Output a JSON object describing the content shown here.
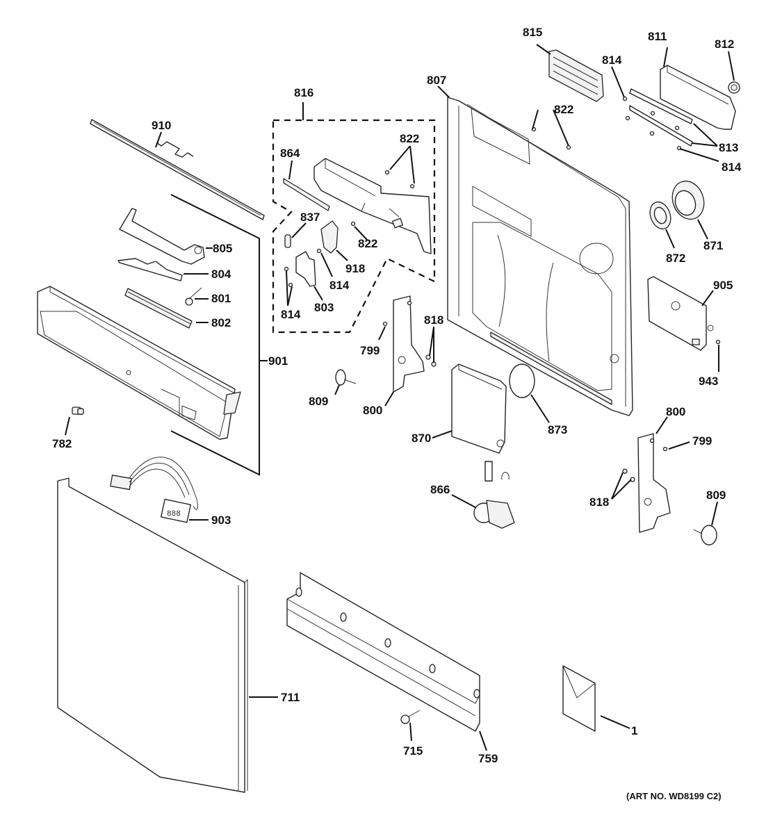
{
  "diagram": {
    "title": "Dishwasher door parts exploded view",
    "art_number": "(ART NO. WD8199 C2)",
    "callouts": [
      {
        "id": "c910",
        "label": "910",
        "part": "top-trim-strip"
      },
      {
        "id": "c816",
        "label": "816",
        "part": "latch-assembly-group"
      },
      {
        "id": "c864",
        "label": "864",
        "part": "latch-rack"
      },
      {
        "id": "c822a",
        "label": "822",
        "part": "screw"
      },
      {
        "id": "c822b",
        "label": "822",
        "part": "screw"
      },
      {
        "id": "c822c",
        "label": "822",
        "part": "screw"
      },
      {
        "id": "c837",
        "label": "837",
        "part": "spring"
      },
      {
        "id": "c918",
        "label": "918",
        "part": "switch"
      },
      {
        "id": "c814a",
        "label": "814",
        "part": "screw"
      },
      {
        "id": "c814b",
        "label": "814",
        "part": "screws"
      },
      {
        "id": "c814c",
        "label": "814",
        "part": "screw"
      },
      {
        "id": "c814d",
        "label": "814",
        "part": "screw"
      },
      {
        "id": "c803",
        "label": "803",
        "part": "latch-bracket"
      },
      {
        "id": "c805",
        "label": "805",
        "part": "handle-arm"
      },
      {
        "id": "c804",
        "label": "804",
        "part": "handle-link"
      },
      {
        "id": "c801",
        "label": "801",
        "part": "handle-spring"
      },
      {
        "id": "c802",
        "label": "802",
        "part": "handle"
      },
      {
        "id": "c901",
        "label": "901",
        "part": "control-panel-assembly"
      },
      {
        "id": "c782",
        "label": "782",
        "part": "connector"
      },
      {
        "id": "c903",
        "label": "903",
        "part": "display-harness"
      },
      {
        "id": "c711",
        "label": "711",
        "part": "outer-door-panel"
      },
      {
        "id": "c715",
        "label": "715",
        "part": "screw"
      },
      {
        "id": "c759",
        "label": "759",
        "part": "door-trim-bottom"
      },
      {
        "id": "c1",
        "label": "1",
        "part": "literature-envelope"
      },
      {
        "id": "c807",
        "label": "807",
        "part": "inner-door-liner"
      },
      {
        "id": "c815",
        "label": "815",
        "part": "vent-grille"
      },
      {
        "id": "c811",
        "label": "811",
        "part": "vent-assembly"
      },
      {
        "id": "c812",
        "label": "812",
        "part": "vent-knob"
      },
      {
        "id": "c813",
        "label": "813",
        "part": "vent-brackets"
      },
      {
        "id": "c872",
        "label": "872",
        "part": "gasket-ring"
      },
      {
        "id": "c871",
        "label": "871",
        "part": "nut"
      },
      {
        "id": "c905",
        "label": "905",
        "part": "detergent-dispenser"
      },
      {
        "id": "c943",
        "label": "943",
        "part": "screw"
      },
      {
        "id": "c799a",
        "label": "799",
        "part": "screw"
      },
      {
        "id": "c818a",
        "label": "818",
        "part": "pins"
      },
      {
        "id": "c800a",
        "label": "800",
        "part": "hinge-left"
      },
      {
        "id": "c809a",
        "label": "809",
        "part": "hinge-screw"
      },
      {
        "id": "c870",
        "label": "870",
        "part": "vent-duct"
      },
      {
        "id": "c873",
        "label": "873",
        "part": "gasket"
      },
      {
        "id": "c866",
        "label": "866",
        "part": "vent-fan-motor"
      },
      {
        "id": "c800b",
        "label": "800",
        "part": "hinge-right"
      },
      {
        "id": "c799b",
        "label": "799",
        "part": "screw"
      },
      {
        "id": "c818b",
        "label": "818",
        "part": "pins"
      },
      {
        "id": "c809b",
        "label": "809",
        "part": "hinge-screw"
      }
    ]
  }
}
